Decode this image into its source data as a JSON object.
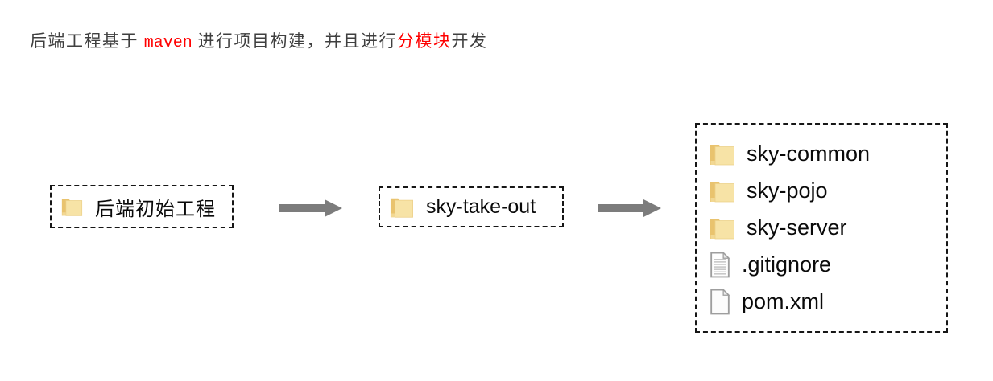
{
  "caption": {
    "part1": "后端工程基于 ",
    "part2_highlight": "maven",
    "part3": " 进行项目构建，并且进行",
    "part4_highlight": "分模块",
    "part5": "开发"
  },
  "flow": {
    "start_node": {
      "label": "后端初始工程",
      "icon": "folder"
    },
    "middle_node": {
      "label": "sky-take-out",
      "icon": "folder"
    },
    "modules_node": {
      "items": [
        {
          "label": "sky-common",
          "icon": "folder"
        },
        {
          "label": "sky-pojo",
          "icon": "folder"
        },
        {
          "label": "sky-server",
          "icon": "folder"
        },
        {
          "label": ".gitignore",
          "icon": "text-file"
        },
        {
          "label": "pom.xml",
          "icon": "blank-file"
        }
      ]
    }
  },
  "colors": {
    "caption_text": "#3f3f3f",
    "highlight_red": "#ff0000",
    "node_border": "#161616",
    "node_label": "#0a0a0a",
    "arrow_gray": "#7c7c7c",
    "folder_back": "#e9c36e",
    "folder_front": "#f7e3a6",
    "file_outline": "#9e9e9e",
    "background": "#ffffff"
  }
}
